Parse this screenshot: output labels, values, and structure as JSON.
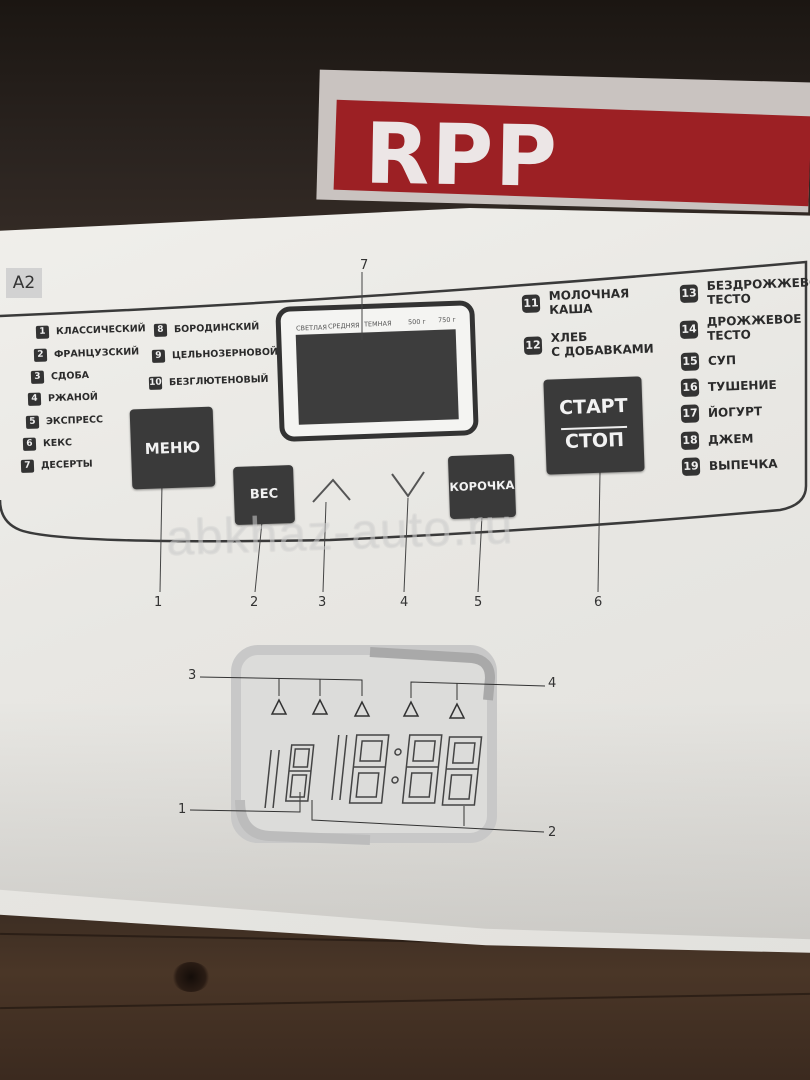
{
  "brochure": {
    "brand_text": "RPP"
  },
  "panel": {
    "model_tag": "A2",
    "lcd_header": [
      "СВЕТЛАЯ",
      "СРЕДНЯЯ",
      "ТЕМНАЯ",
      "500 г",
      "750 г"
    ],
    "programs_left": [
      {
        "num": "1",
        "label": "КЛАССИЧЕСКИЙ"
      },
      {
        "num": "2",
        "label": "ФРАНЦУЗСКИЙ"
      },
      {
        "num": "3",
        "label": "СДОБА"
      },
      {
        "num": "4",
        "label": "РЖАНОЙ"
      },
      {
        "num": "5",
        "label": "ЭКСПРЕСС"
      },
      {
        "num": "6",
        "label": "КЕКС"
      },
      {
        "num": "7",
        "label": "ДЕСЕРТЫ"
      }
    ],
    "programs_mid": [
      {
        "num": "8",
        "label": "БОРОДИНСКИЙ"
      },
      {
        "num": "9",
        "label": "ЦЕЛЬНОЗЕРНОВОЙ"
      },
      {
        "num": "10",
        "label": "БЕЗГЛЮТЕНОВЫЙ"
      }
    ],
    "programs_center_right": [
      {
        "num": "11",
        "line1": "МОЛОЧНАЯ",
        "line2": "КАША"
      },
      {
        "num": "12",
        "line1": "ХЛЕБ",
        "line2": "С ДОБАВКАМИ"
      }
    ],
    "programs_right": [
      {
        "num": "13",
        "line1": "БЕЗДРОЖЖЕВОЕ",
        "line2": "ТЕСТО"
      },
      {
        "num": "14",
        "line1": "ДРОЖЖЕВОЕ",
        "line2": "ТЕСТО"
      },
      {
        "num": "15",
        "line1": "СУП",
        "line2": ""
      },
      {
        "num": "16",
        "line1": "ТУШЕНИЕ",
        "line2": ""
      },
      {
        "num": "17",
        "line1": "ЙОГУРТ",
        "line2": ""
      },
      {
        "num": "18",
        "line1": "ДЖЕМ",
        "line2": ""
      },
      {
        "num": "19",
        "line1": "ВЫПЕЧКА",
        "line2": ""
      }
    ],
    "buttons": {
      "menu": "МЕНЮ",
      "weight": "ВЕС",
      "crust": "КОРОЧКА",
      "start": "СТАРТ",
      "stop": "СТОП"
    },
    "callouts": [
      "1",
      "2",
      "3",
      "4",
      "5",
      "6",
      "7"
    ]
  },
  "lcd_diagram": {
    "callouts": [
      "3",
      "4",
      "1",
      "2"
    ],
    "digits": "18:88"
  },
  "watermark": "abkhaz-auto.ru"
}
